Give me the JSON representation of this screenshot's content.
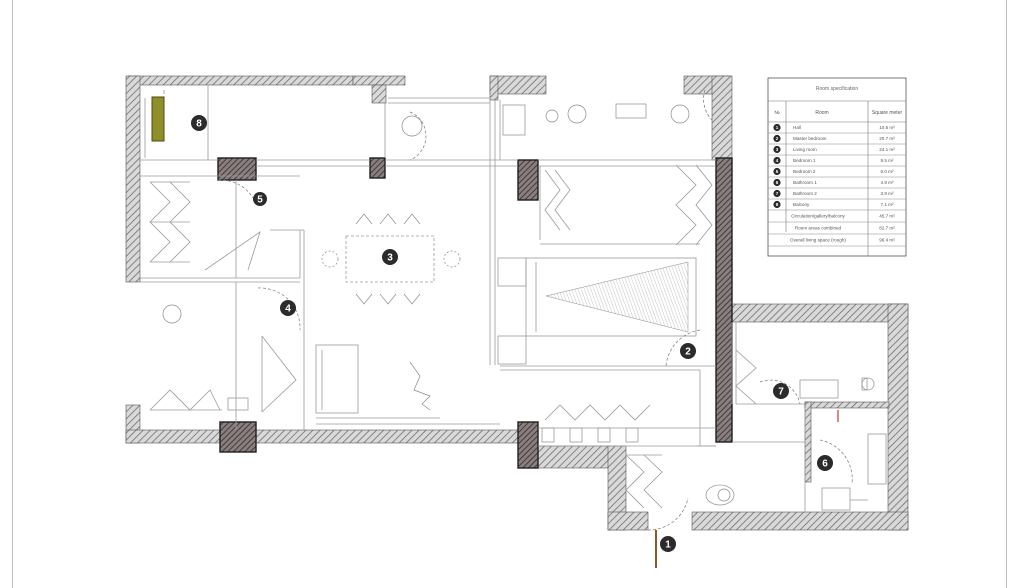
{
  "legend": {
    "title": "Room specification",
    "head_no": "№",
    "head_room": "Room",
    "head_area": "Square meter",
    "rows": [
      {
        "no": "1",
        "room": "Hall",
        "area": "10.6 m²"
      },
      {
        "no": "2",
        "room": "Master bedroom",
        "area": "20.7 m²"
      },
      {
        "no": "3",
        "room": "Living room",
        "area": "24.1 m²"
      },
      {
        "no": "4",
        "room": "Bedroom 1",
        "area": "9.5 m²"
      },
      {
        "no": "5",
        "room": "Bedroom 2",
        "area": "6.0 m²"
      },
      {
        "no": "6",
        "room": "Bathroom 1",
        "area": "4.9 m²"
      },
      {
        "no": "7",
        "room": "Bathroom 2",
        "area": "3.9 m²"
      },
      {
        "no": "8",
        "room": "Balcony",
        "area": "7.1 m²"
      }
    ],
    "summary": [
      {
        "label": "Circulation/gallery/balcony",
        "area": "45.7 m²"
      },
      {
        "label": "Room areas combined",
        "area": "82.7 m²"
      },
      {
        "label": "Overall living space (rough)",
        "area": "96.4 m²"
      }
    ]
  },
  "rooms": [
    {
      "id": "1",
      "label": "1"
    },
    {
      "id": "2",
      "label": "2"
    },
    {
      "id": "3",
      "label": "3"
    },
    {
      "id": "4",
      "label": "4"
    },
    {
      "id": "5",
      "label": "5"
    },
    {
      "id": "6",
      "label": "6"
    },
    {
      "id": "7",
      "label": "7"
    },
    {
      "id": "8",
      "label": "8"
    }
  ],
  "colors": {
    "wall_hatch": "#7a7a7a",
    "column": "#5a5050",
    "marker": "#2b2b2b",
    "line": "#9a9a9a"
  }
}
